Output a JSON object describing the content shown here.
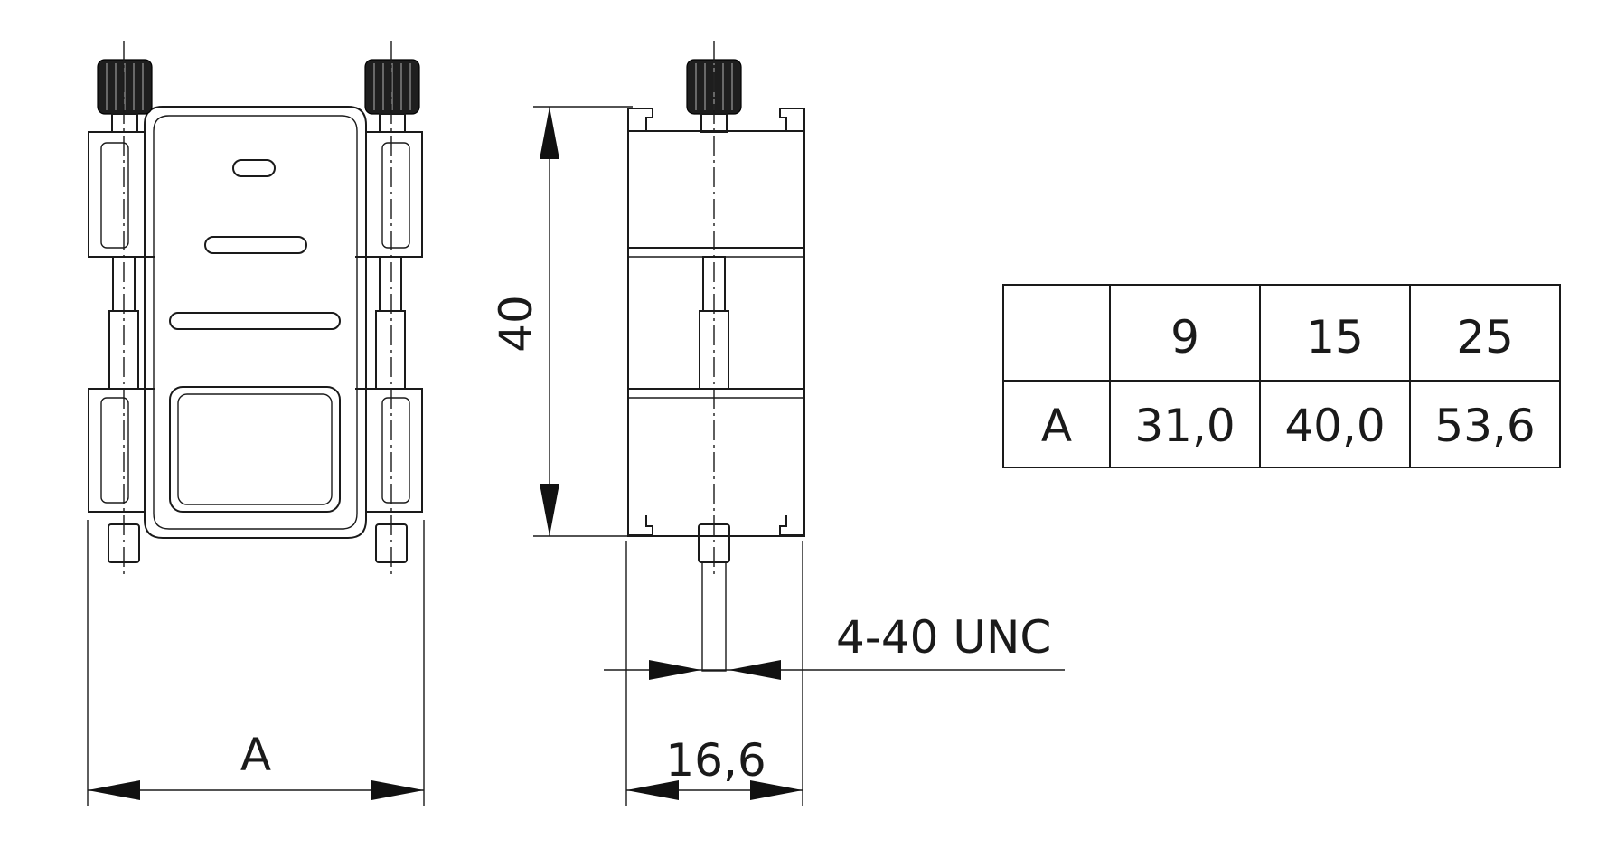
{
  "dimensions": {
    "width_label": "A",
    "height_value": "40",
    "depth_value": "16,6",
    "thread_label": "4-40 UNC"
  },
  "size_table": {
    "headers": [
      "",
      "9",
      "15",
      "25"
    ],
    "rows": [
      {
        "label": "A",
        "values": [
          "31,0",
          "40,0",
          "53,6"
        ]
      }
    ]
  },
  "colors": {
    "line": "#1a1a1a",
    "arrow": "#111111",
    "knurl": "#1e1e1e",
    "background": "#ffffff"
  }
}
